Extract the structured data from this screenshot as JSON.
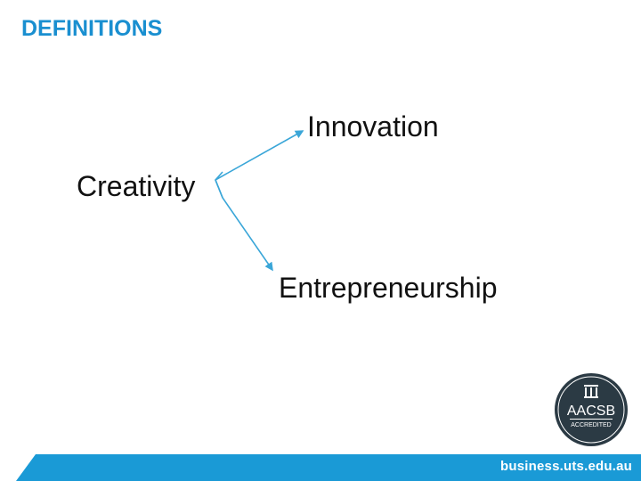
{
  "slide": {
    "title": "DEFINITIONS"
  },
  "diagram": {
    "nodes": {
      "innovation": "Innovation",
      "creativity": "Creativity",
      "entrepreneurship": "Entrepreneurship"
    },
    "connector_color": "#3aa6d8"
  },
  "badge": {
    "main": "AACSB",
    "sub": "ACCREDITED"
  },
  "footer": {
    "url": "business.uts.edu.au",
    "bar_color": "#1a9ad6"
  },
  "colors": {
    "title": "#1a8fd0",
    "badge_bg": "#2b3a44"
  }
}
